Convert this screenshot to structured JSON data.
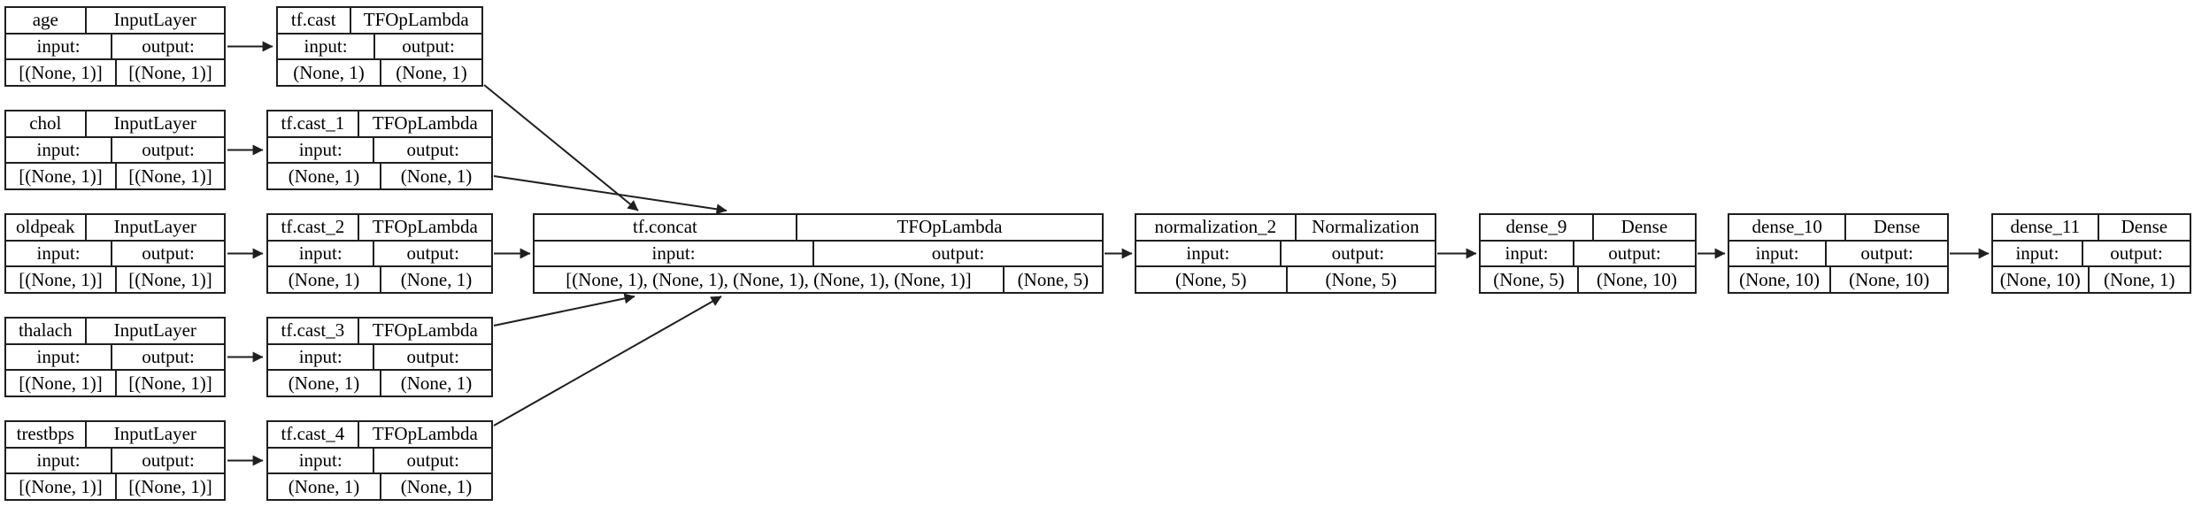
{
  "diagram": {
    "kind": "keras-model-architecture",
    "background_color": "#ffffff",
    "line_color": "#1f1f1f",
    "text_color": "#000000",
    "nodes": [
      {
        "id": "age",
        "name": "age",
        "class_name": "InputLayer",
        "input_label": "input:",
        "output_label": "output:",
        "input_shape": "[(None, 1)]",
        "output_shape": "[(None, 1)]"
      },
      {
        "id": "tf.cast",
        "name": "tf.cast",
        "class_name": "TFOpLambda",
        "input_label": "input:",
        "output_label": "output:",
        "input_shape": "(None, 1)",
        "output_shape": "(None, 1)"
      },
      {
        "id": "chol",
        "name": "chol",
        "class_name": "InputLayer",
        "input_label": "input:",
        "output_label": "output:",
        "input_shape": "[(None, 1)]",
        "output_shape": "[(None, 1)]"
      },
      {
        "id": "tf.cast_1",
        "name": "tf.cast_1",
        "class_name": "TFOpLambda",
        "input_label": "input:",
        "output_label": "output:",
        "input_shape": "(None, 1)",
        "output_shape": "(None, 1)"
      },
      {
        "id": "oldpeak",
        "name": "oldpeak",
        "class_name": "InputLayer",
        "input_label": "input:",
        "output_label": "output:",
        "input_shape": "[(None, 1)]",
        "output_shape": "[(None, 1)]"
      },
      {
        "id": "tf.cast_2",
        "name": "tf.cast_2",
        "class_name": "TFOpLambda",
        "input_label": "input:",
        "output_label": "output:",
        "input_shape": "(None, 1)",
        "output_shape": "(None, 1)"
      },
      {
        "id": "thalach",
        "name": "thalach",
        "class_name": "InputLayer",
        "input_label": "input:",
        "output_label": "output:",
        "input_shape": "[(None, 1)]",
        "output_shape": "[(None, 1)]"
      },
      {
        "id": "tf.cast_3",
        "name": "tf.cast_3",
        "class_name": "TFOpLambda",
        "input_label": "input:",
        "output_label": "output:",
        "input_shape": "(None, 1)",
        "output_shape": "(None, 1)"
      },
      {
        "id": "trestbps",
        "name": "trestbps",
        "class_name": "InputLayer",
        "input_label": "input:",
        "output_label": "output:",
        "input_shape": "[(None, 1)]",
        "output_shape": "[(None, 1)]"
      },
      {
        "id": "tf.cast_4",
        "name": "tf.cast_4",
        "class_name": "TFOpLambda",
        "input_label": "input:",
        "output_label": "output:",
        "input_shape": "(None, 1)",
        "output_shape": "(None, 1)"
      },
      {
        "id": "tf.concat",
        "name": "tf.concat",
        "class_name": "TFOpLambda",
        "input_label": "input:",
        "output_label": "output:",
        "input_shape": "[(None, 1), (None, 1), (None, 1), (None, 1), (None, 1)]",
        "output_shape": "(None, 5)"
      },
      {
        "id": "normalization_2",
        "name": "normalization_2",
        "class_name": "Normalization",
        "input_label": "input:",
        "output_label": "output:",
        "input_shape": "(None, 5)",
        "output_shape": "(None, 5)"
      },
      {
        "id": "dense_9",
        "name": "dense_9",
        "class_name": "Dense",
        "input_label": "input:",
        "output_label": "output:",
        "input_shape": "(None, 5)",
        "output_shape": "(None, 10)"
      },
      {
        "id": "dense_10",
        "name": "dense_10",
        "class_name": "Dense",
        "input_label": "input:",
        "output_label": "output:",
        "input_shape": "(None, 10)",
        "output_shape": "(None, 10)"
      },
      {
        "id": "dense_11",
        "name": "dense_11",
        "class_name": "Dense",
        "input_label": "input:",
        "output_label": "output:",
        "input_shape": "(None, 10)",
        "output_shape": "(None, 1)"
      }
    ],
    "edges": [
      {
        "from": "age",
        "to": "tf.cast"
      },
      {
        "from": "chol",
        "to": "tf.cast_1"
      },
      {
        "from": "oldpeak",
        "to": "tf.cast_2"
      },
      {
        "from": "thalach",
        "to": "tf.cast_3"
      },
      {
        "from": "trestbps",
        "to": "tf.cast_4"
      },
      {
        "from": "tf.cast",
        "to": "tf.concat"
      },
      {
        "from": "tf.cast_1",
        "to": "tf.concat"
      },
      {
        "from": "tf.cast_2",
        "to": "tf.concat"
      },
      {
        "from": "tf.cast_3",
        "to": "tf.concat"
      },
      {
        "from": "tf.cast_4",
        "to": "tf.concat"
      },
      {
        "from": "tf.concat",
        "to": "normalization_2"
      },
      {
        "from": "normalization_2",
        "to": "dense_9"
      },
      {
        "from": "dense_9",
        "to": "dense_10"
      },
      {
        "from": "dense_10",
        "to": "dense_11"
      }
    ]
  }
}
